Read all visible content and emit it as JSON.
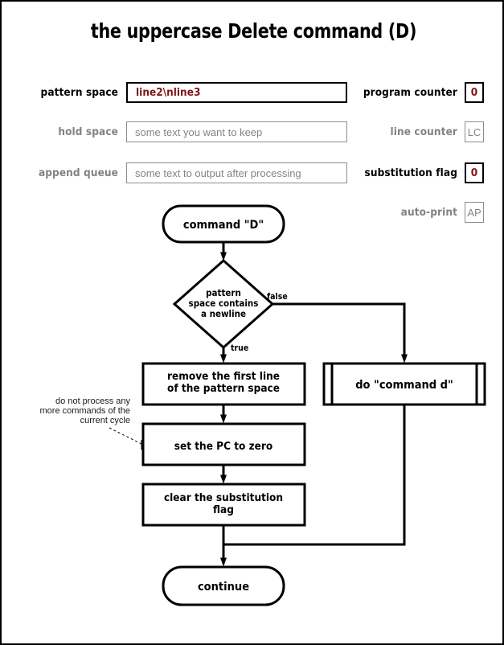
{
  "title": "the uppercase Delete command (D)",
  "registers": {
    "left": [
      {
        "id": "pattern-space",
        "label": "pattern space",
        "value": "line2\\nline3",
        "placeholder": "",
        "active": true
      },
      {
        "id": "hold-space",
        "label": "hold space",
        "value": "",
        "placeholder": "some text you want to keep",
        "active": false
      },
      {
        "id": "append-queue",
        "label": "append queue",
        "value": "",
        "placeholder": "some text to output after processing",
        "active": false
      }
    ],
    "right": [
      {
        "id": "program-counter",
        "label": "program counter",
        "value": "0",
        "active": true
      },
      {
        "id": "line-counter",
        "label": "line counter",
        "value": "LC",
        "active": false
      },
      {
        "id": "substitution-flag",
        "label": "substitution flag",
        "value": "0",
        "active": true
      },
      {
        "id": "auto-print",
        "label": "auto-print",
        "value": "AP",
        "active": false
      }
    ]
  },
  "flowchart": {
    "start": "command \"D\"",
    "decision": [
      "pattern",
      "space contains",
      "a newline"
    ],
    "edge_true": "true",
    "edge_false": "false",
    "box_remove": [
      "remove the first line",
      "of the pattern space"
    ],
    "box_setpc": [
      "set the PC to zero"
    ],
    "box_clear": [
      "clear the substitution",
      "flag"
    ],
    "box_subroutine": [
      "do \"command d\""
    ],
    "end": "continue",
    "annotation": [
      "do not process any",
      "more commands of the",
      "current cycle"
    ]
  },
  "colors": {
    "active_value": "#7f1616",
    "inactive_text": "#848484",
    "inactive_border": "#8c8c8c",
    "line": "#000000",
    "page_bg": "#ffffff"
  }
}
